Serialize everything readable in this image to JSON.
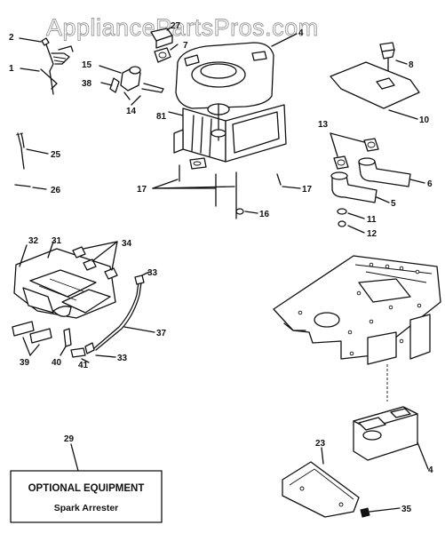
{
  "watermark": "AppliancePartsPros.com",
  "optional_box": {
    "title": "OPTIONAL EQUIPMENT",
    "subtitle": "Spark Arrester"
  },
  "callouts": [
    {
      "id": "c1",
      "text": "1"
    },
    {
      "id": "c2",
      "text": "2"
    },
    {
      "id": "c4",
      "text": "4"
    },
    {
      "id": "c4b",
      "text": "4"
    },
    {
      "id": "c5",
      "text": "5"
    },
    {
      "id": "c6",
      "text": "6"
    },
    {
      "id": "c7",
      "text": "7"
    },
    {
      "id": "c8",
      "text": "8"
    },
    {
      "id": "c10",
      "text": "10"
    },
    {
      "id": "c11",
      "text": "11"
    },
    {
      "id": "c12",
      "text": "12"
    },
    {
      "id": "c13",
      "text": "13"
    },
    {
      "id": "c14",
      "text": "14"
    },
    {
      "id": "c15",
      "text": "15"
    },
    {
      "id": "c16",
      "text": "16"
    },
    {
      "id": "c17a",
      "text": "17"
    },
    {
      "id": "c17b",
      "text": "17"
    },
    {
      "id": "c23",
      "text": "23"
    },
    {
      "id": "c25",
      "text": "25"
    },
    {
      "id": "c26",
      "text": "26"
    },
    {
      "id": "c27",
      "text": "27"
    },
    {
      "id": "c29",
      "text": "29"
    },
    {
      "id": "c31",
      "text": "31"
    },
    {
      "id": "c32",
      "text": "32"
    },
    {
      "id": "c33a",
      "text": "33"
    },
    {
      "id": "c33b",
      "text": "33"
    },
    {
      "id": "c34",
      "text": "34"
    },
    {
      "id": "c35",
      "text": "35"
    },
    {
      "id": "c37",
      "text": "37"
    },
    {
      "id": "c38",
      "text": "38"
    },
    {
      "id": "c39",
      "text": "39"
    },
    {
      "id": "c40",
      "text": "40"
    },
    {
      "id": "c41",
      "text": "41"
    },
    {
      "id": "c81",
      "text": "81"
    }
  ]
}
